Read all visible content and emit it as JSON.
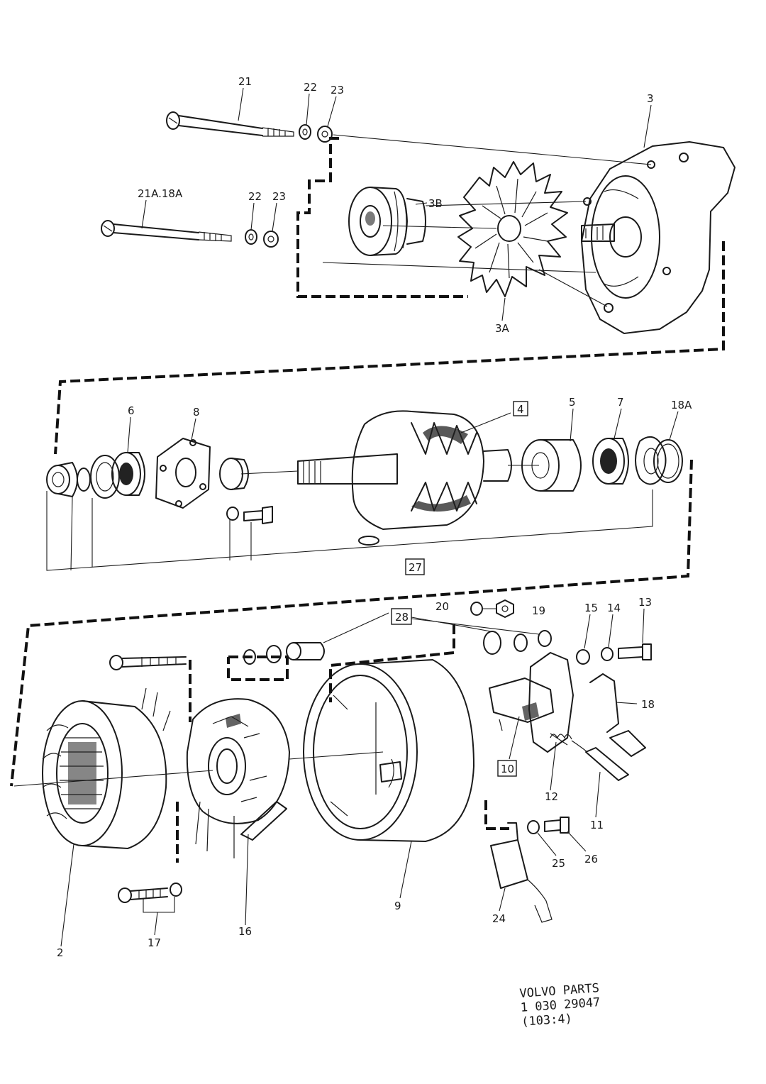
{
  "diagram": {
    "callouts": {
      "c21": "21",
      "c22a": "22",
      "c23a": "23",
      "c3": "3",
      "c21a18a": "21A.18A",
      "c22b": "22",
      "c23b": "23",
      "c3b": "3B",
      "c3a": "3A",
      "c6": "6",
      "c8": "8",
      "c4": "4",
      "c5": "5",
      "c7": "7",
      "c18a": "18A",
      "c27": "27",
      "c20": "20",
      "c19": "19",
      "c28": "28",
      "c15": "15",
      "c14": "14",
      "c13": "13",
      "c18": "18",
      "c10": "10",
      "c12": "12",
      "c11": "11",
      "c25": "25",
      "c26": "26",
      "c24": "24",
      "c9": "9",
      "c16": "16",
      "c17": "17",
      "c2": "2"
    },
    "footer": {
      "line1": "VOLVO  PARTS",
      "line2": "1 030   29047",
      "line3": "(103:4)"
    }
  }
}
